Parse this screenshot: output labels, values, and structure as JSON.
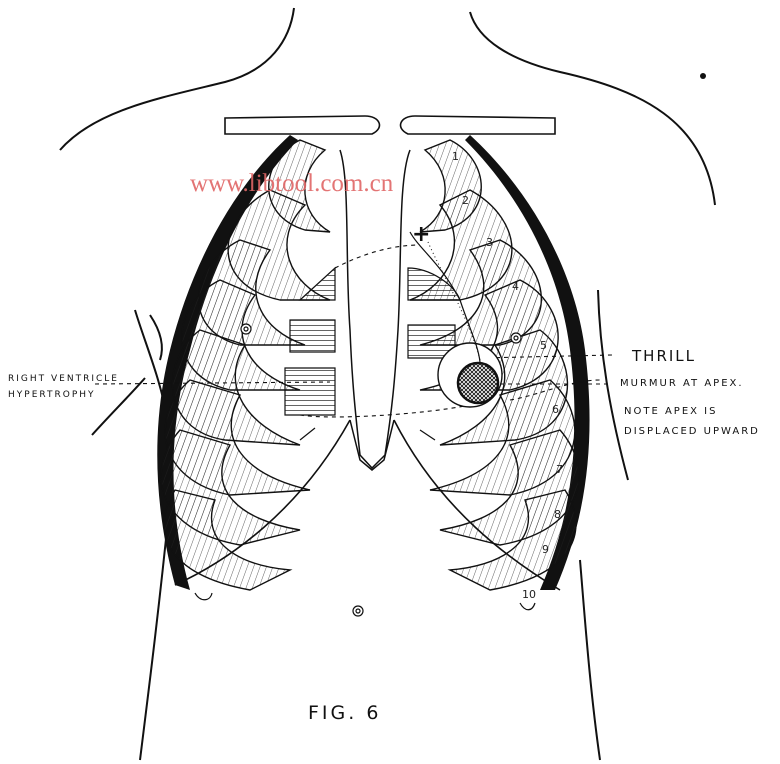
{
  "figure": {
    "caption": "FIG. 6",
    "watermark": "www.libtool.com.cn"
  },
  "labels": {
    "right_ventricle_line1": "RIGHT VENTRICLE",
    "right_ventricle_line2": "HYPERTROPHY",
    "thrill": "THRILL",
    "murmur": "MURMUR AT APEX.",
    "note_line1": "NOTE APEX IS",
    "note_line2": "DISPLACED UPWARD"
  },
  "rib_numbers": [
    "1",
    "2",
    "3",
    "4",
    "5",
    "6",
    "7",
    "8",
    "9",
    "10"
  ],
  "markers": {
    "plus": "+",
    "circle_marker": "⊙"
  },
  "colors": {
    "ink": "#111111",
    "watermark": "#e06666",
    "paper": "#ffffff"
  }
}
